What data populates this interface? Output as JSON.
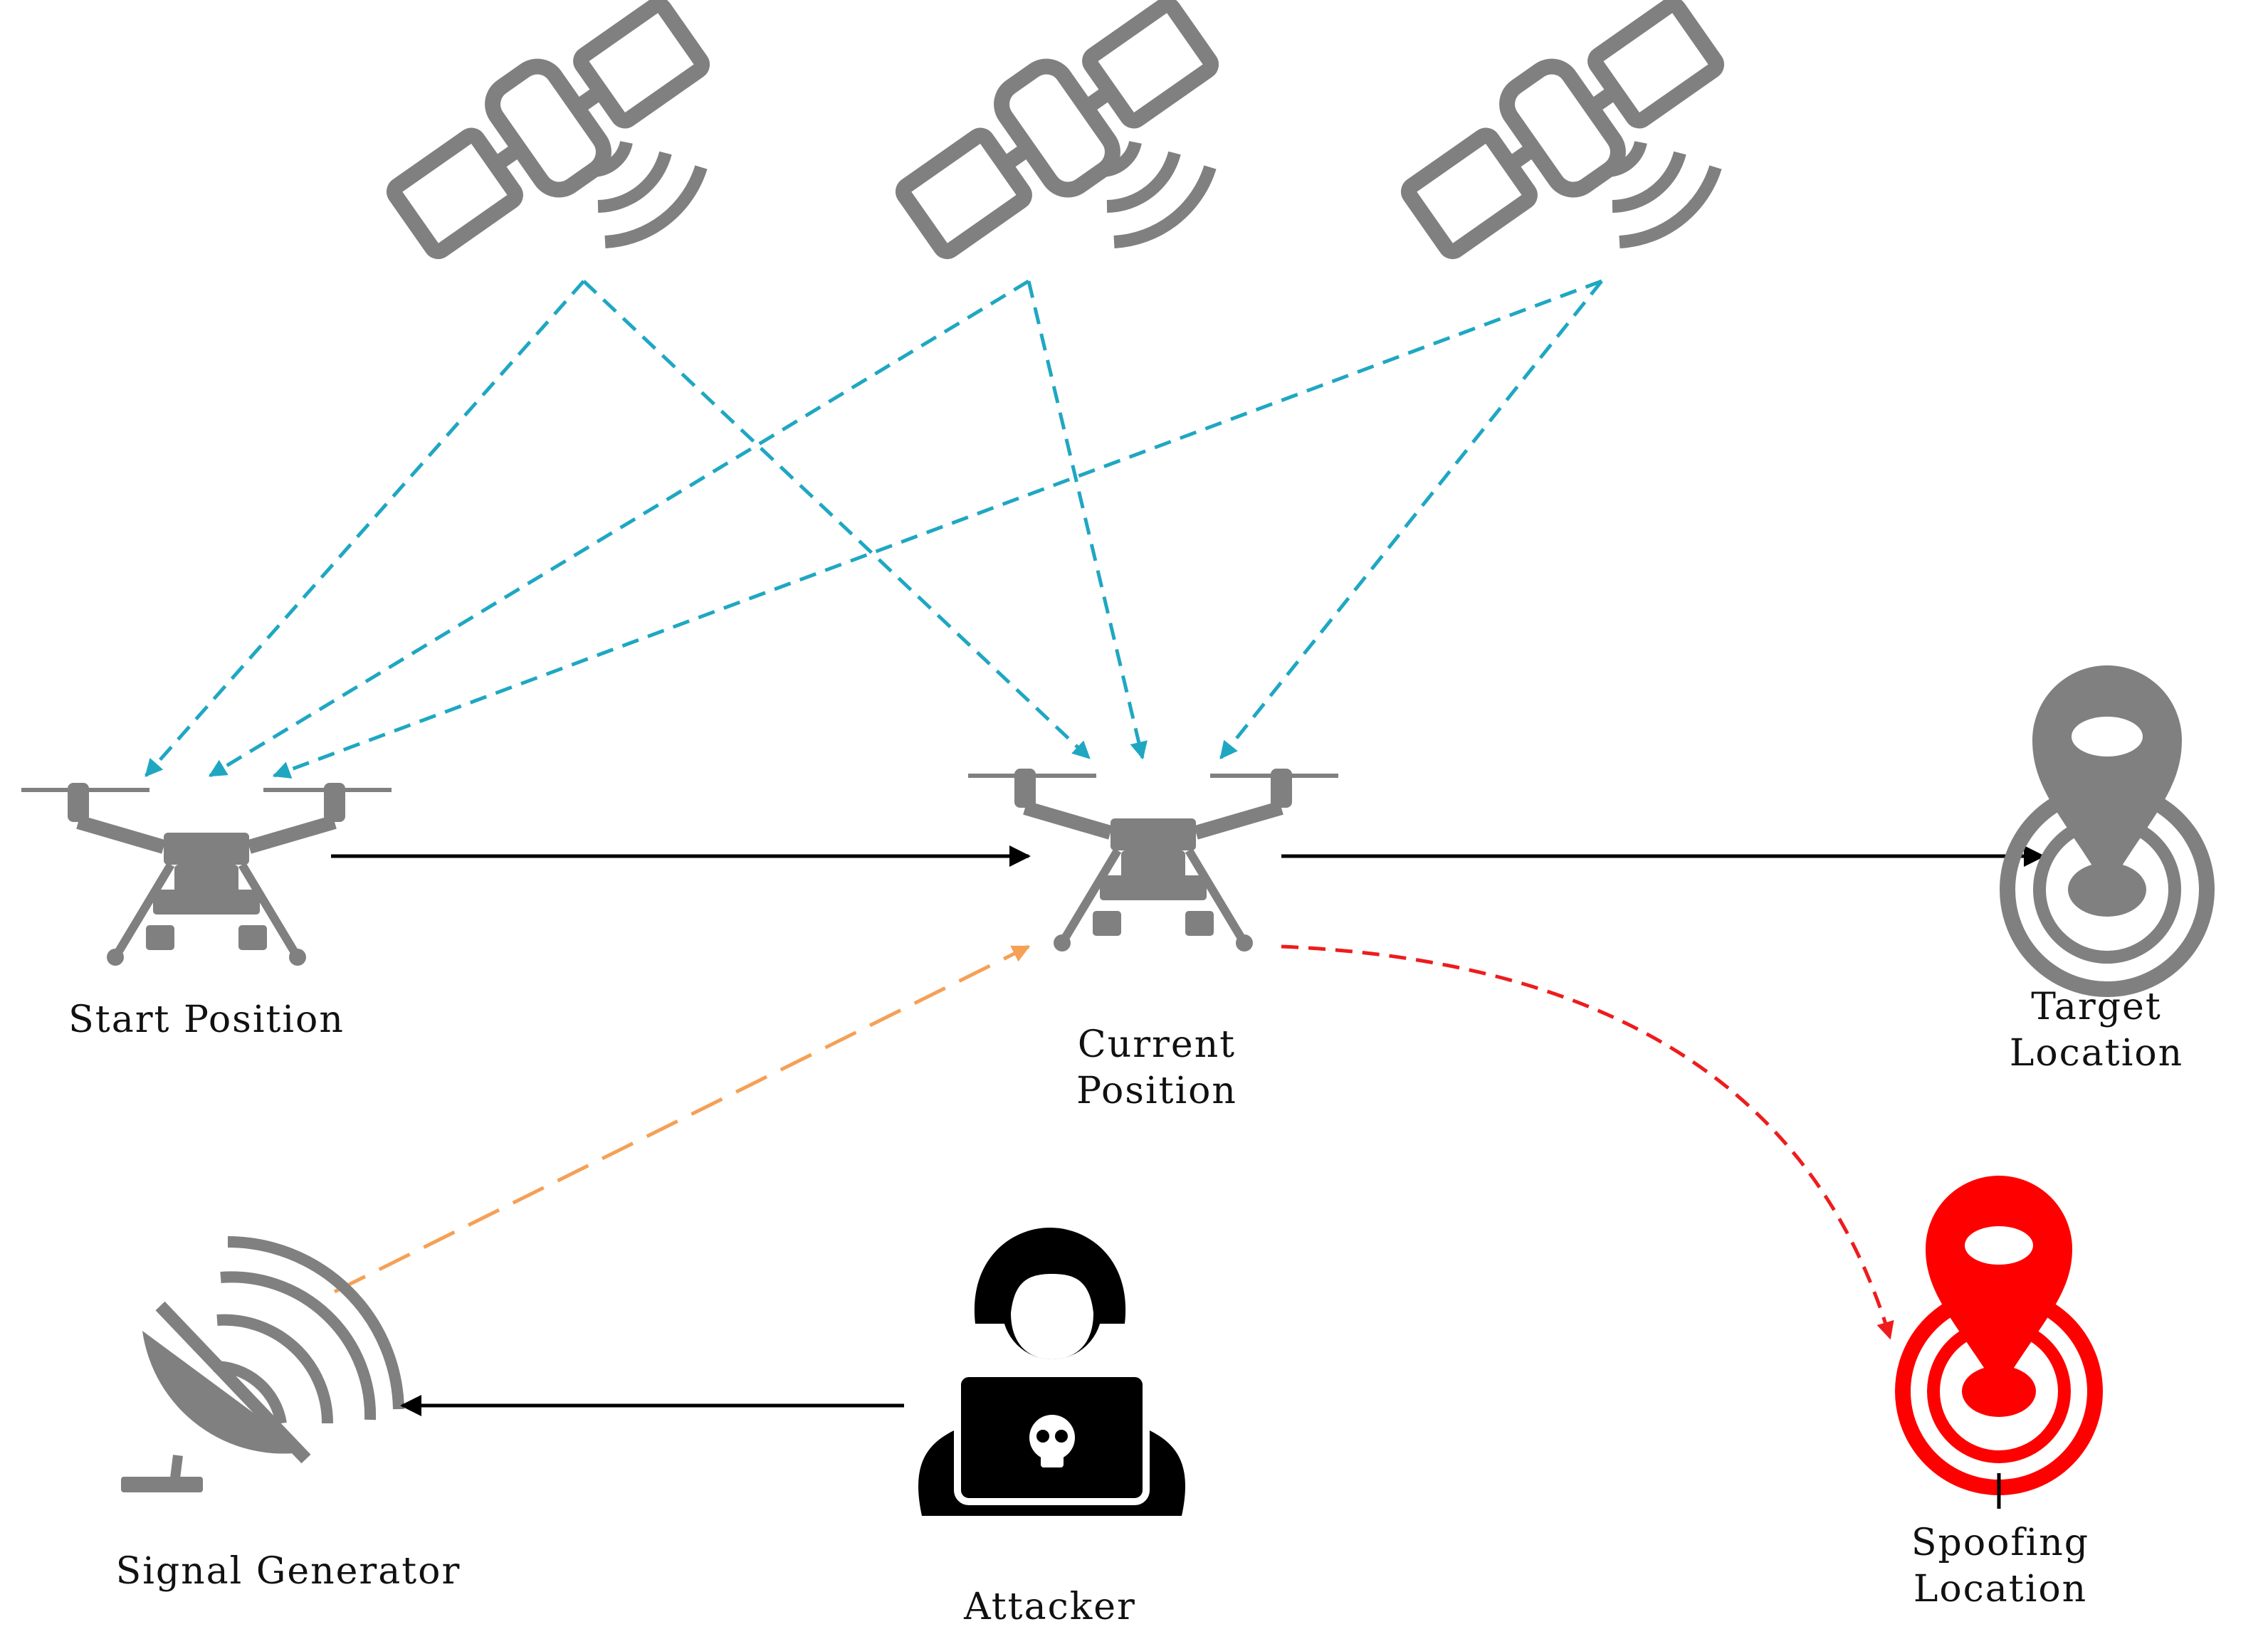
{
  "labels": {
    "start": "Start Position",
    "current_line1": "Current",
    "current_line2": "Position",
    "target_line1": "Target",
    "target_line2": "Location",
    "spoof_line1": "Spoofing",
    "spoof_line2": "Location",
    "signal_generator": "Signal Generator",
    "attacker": "Attacker"
  },
  "colors": {
    "icon_gray": "#808080",
    "satellite_signal": "#1fa7c2",
    "spoof_signal": "#f5a055",
    "spoof_path": "#ee1c1c",
    "spoof_pin": "#ff0000",
    "flow_arrow": "#000000",
    "attacker": "#000000"
  },
  "icons": [
    "satellite-icon",
    "drone-icon",
    "location-pin-icon",
    "satellite-dish-icon",
    "hacker-icon"
  ]
}
